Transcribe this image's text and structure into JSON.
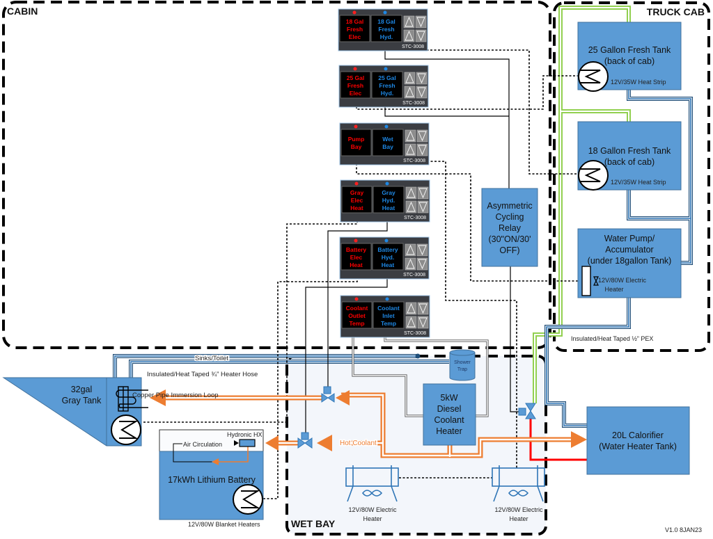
{
  "zones": {
    "cabin": "CABIN",
    "truck_cab": "TRUCK CAB",
    "wet_bay": "WET BAY"
  },
  "controllers": [
    {
      "left": [
        "18 Gal",
        "Fresh",
        "Elec"
      ],
      "right": [
        "18 Gal",
        "Fresh",
        "Hyd."
      ],
      "model": "STC-3008"
    },
    {
      "left": [
        "25 Gal",
        "Fresh",
        "Elec"
      ],
      "right": [
        "25 Gal",
        "Fresh",
        "Hyd."
      ],
      "model": "STC-3008"
    },
    {
      "left": [
        "Pump",
        "Bay"
      ],
      "right": [
        "Wet",
        "Bay"
      ],
      "model": "STC-3008"
    },
    {
      "left": [
        "Gray",
        "Elec",
        "Heat"
      ],
      "right": [
        "Gray",
        "Hyd.",
        "Heat"
      ],
      "model": "STC-3008"
    },
    {
      "left": [
        "Battery",
        "Elec",
        "Heat"
      ],
      "right": [
        "Battery",
        "Hyd.",
        "Heat"
      ],
      "model": "STC-3008"
    },
    {
      "left": [
        "Coolant",
        "Outlet",
        "Temp"
      ],
      "right": [
        "Coolant",
        "Inlet",
        "Temp"
      ],
      "model": "STC-3008"
    }
  ],
  "relay": {
    "lines": [
      "Asymmetric",
      "Cycling",
      "Relay",
      "(30\"ON/30'",
      "OFF)"
    ]
  },
  "tanks": {
    "fresh25": {
      "lines": [
        "25 Gallon Fresh Tank",
        "(back of cab)"
      ],
      "heater": "12V/35W Heat Strip"
    },
    "fresh18": {
      "lines": [
        "18 Gallon Fresh Tank",
        "(back of cab)"
      ],
      "heater": "12V/35W Heat Strip"
    },
    "pump": {
      "lines": [
        "Water Pump/",
        "Accumulator",
        "(under 18gallon Tank)"
      ],
      "heater": [
        "12V/80W Electric",
        "Heater"
      ]
    },
    "calorifier": {
      "lines": [
        "20L Calorifier",
        "(Water Heater Tank)"
      ]
    },
    "gray": {
      "lines": [
        "32gal",
        "Gray Tank"
      ]
    },
    "battery": {
      "label": "17kWh Lithium Battery",
      "hx": "Hydronic HX",
      "air": "Air Circulation",
      "heaters": "12V/80W Blanket Heaters"
    },
    "diesel": {
      "lines": [
        "5kW",
        "Diesel",
        "Coolant",
        "Heater"
      ]
    },
    "shower": {
      "lines": [
        "Shower",
        "Trap"
      ]
    }
  },
  "labels": {
    "sinks": "Sinks/Toilet",
    "heater_hose": "Insulated/Heat Taped ¾” Heater Hose",
    "copper_loop": "Copper Pipe Immersion Loop",
    "hot_coolant": "Hot Coolant",
    "pex": "Insulated/Heat Taped ½” PEX",
    "version": "V1.0 8JAN23"
  },
  "wetbay_heaters": [
    {
      "lines": [
        "12V/80W Electric",
        "Heater"
      ]
    },
    {
      "lines": [
        "12V/80W Electric",
        "Heater"
      ]
    }
  ],
  "colors": {
    "tank": "#5b9bd5",
    "coolant": "#ed7d31",
    "fresh_pex": "#92d050",
    "hot_water": "#ff0000",
    "controller_left_text": "#ff0000",
    "controller_right_text": "#1e88e5",
    "controller_body": "#3b3d42"
  }
}
